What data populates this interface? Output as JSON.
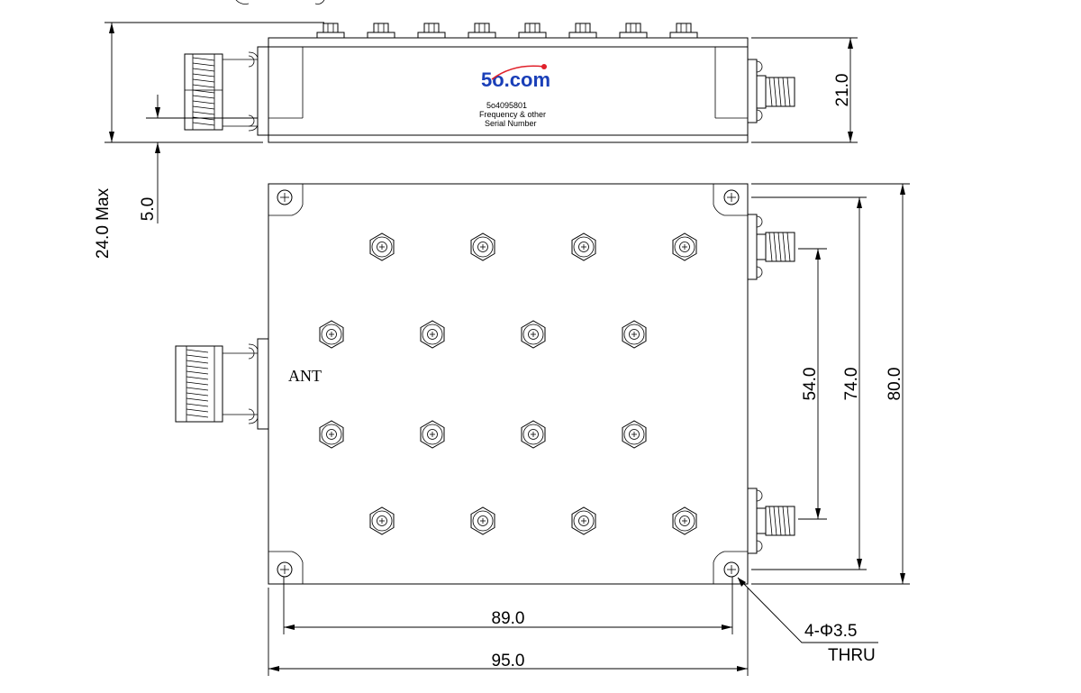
{
  "logo": {
    "text": "5o.com",
    "accent_color": "#e0202a",
    "brand_color": "#1a3fb8"
  },
  "label_lines": [
    "5o4095801",
    "Frequency & other",
    "Serial Number"
  ],
  "port_label": "ANT",
  "dimensions": {
    "height_side": "21.0",
    "max_height": "24.0 Max",
    "connector_offset": "5.0",
    "port_spacing_inner": "54.0",
    "hole_spacing_vertical": "74.0",
    "body_height": "80.0",
    "hole_spacing_horizontal": "89.0",
    "body_width": "95.0"
  },
  "hole_callout": {
    "line1": "4-Φ3.5",
    "line2": "THRU"
  }
}
